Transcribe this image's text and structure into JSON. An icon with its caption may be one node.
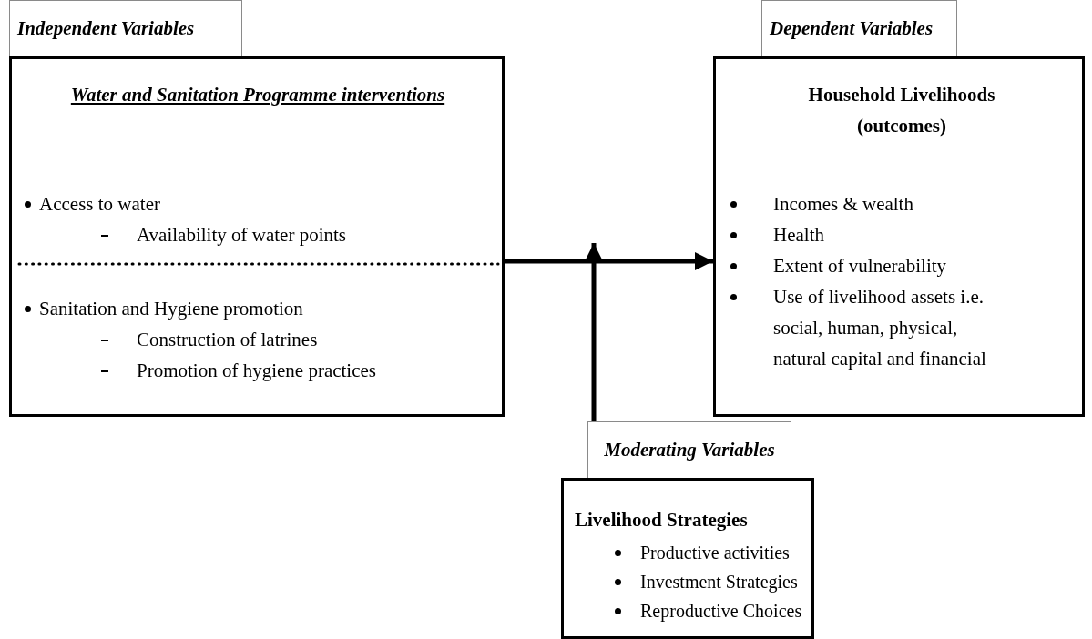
{
  "diagram": {
    "nodes": [
      {
        "text": [
          "Independent Variables"
        ]
      },
      {
        "text": [
          "Water and Sanitation Programme interventions",
          "Access to water",
          "Availability of water points",
          "Sanitation and Hygiene promotion",
          "Construction of latrines",
          "Promotion of hygiene practices"
        ]
      },
      {
        "text": [
          "Dependent Variables"
        ]
      },
      {
        "text": [
          "Household Livelihoods (outcomes)",
          "Incomes & wealth",
          "Health",
          "Extent of vulnerability",
          "Use of livelihood assets i.e. social, human, physical, natural capital and financial"
        ]
      },
      {
        "text": [
          "Moderating Variables"
        ]
      },
      {
        "text": [
          "Livelihood Strategies",
          "Productive activities",
          "Investment Strategies",
          "Reproductive Choices"
        ]
      }
    ],
    "edges": [
      {
        "from": 1,
        "to": 3,
        "arrow": "to"
      },
      {
        "from": 4,
        "to": null,
        "arrow": "to"
      }
    ]
  }
}
